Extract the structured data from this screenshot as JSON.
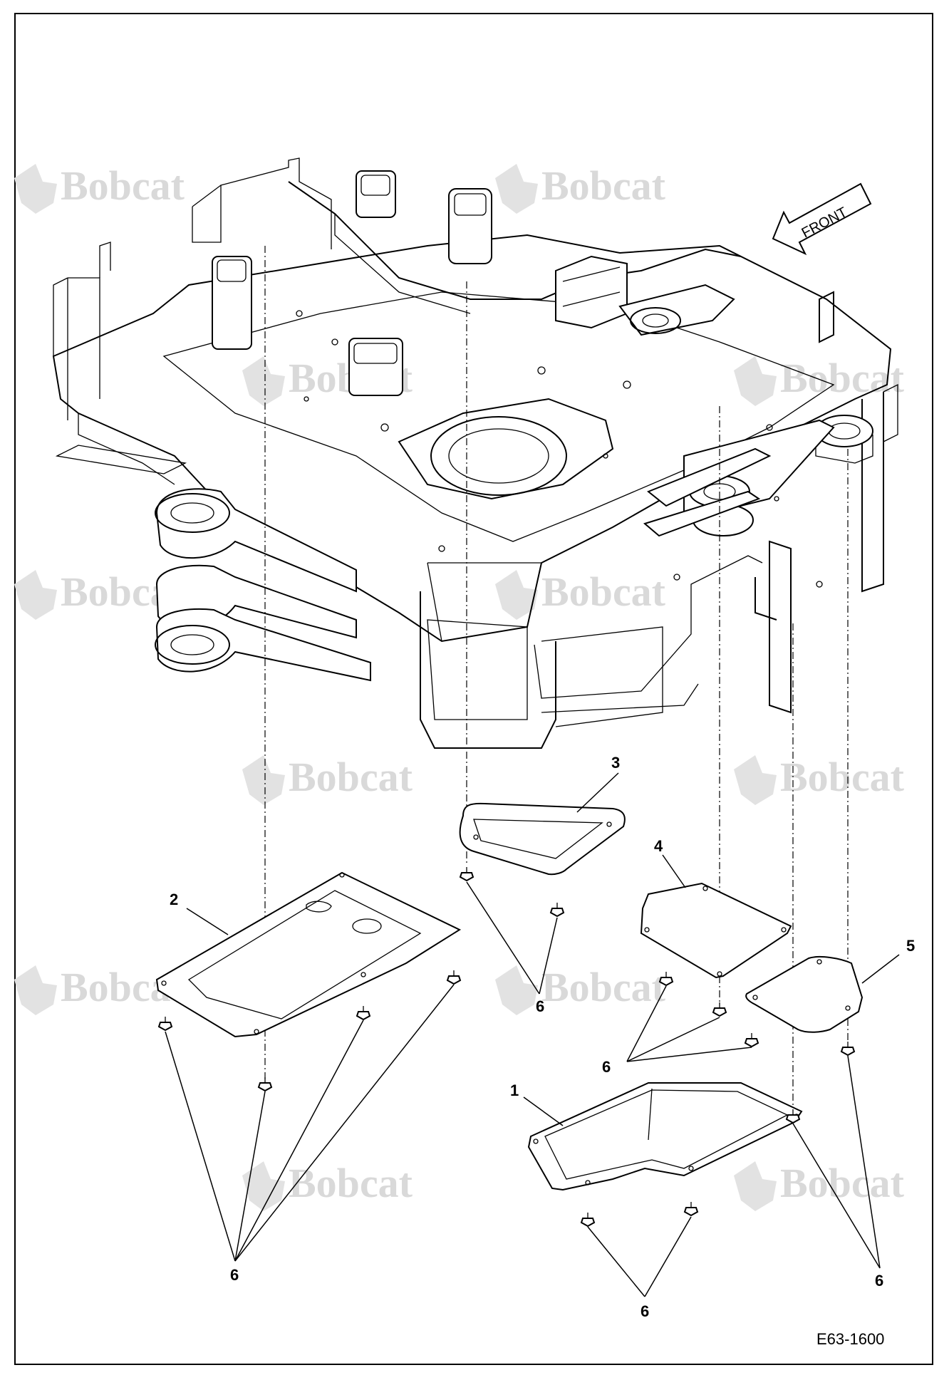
{
  "watermark": {
    "brand": "Bobcat"
  },
  "front_label": "FRONT",
  "callouts": {
    "c1": "1",
    "c2": "2",
    "c3": "3",
    "c4": "4",
    "c5": "5",
    "c6a": "6",
    "c6b": "6",
    "c6c": "6",
    "c6d": "6",
    "c6e": "6"
  },
  "drawing_code": "E63-1600"
}
